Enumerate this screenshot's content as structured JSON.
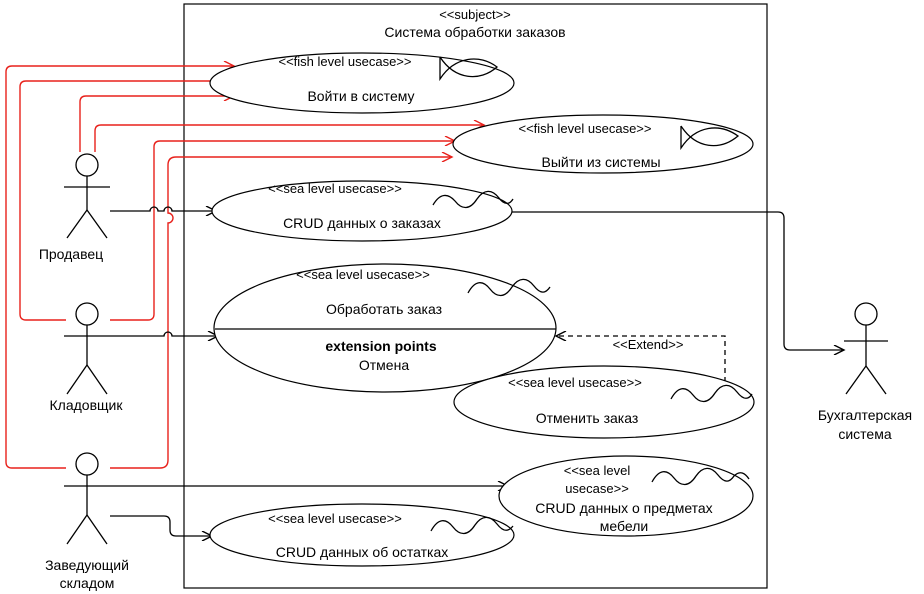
{
  "subject": {
    "stereotype": "<<subject>>",
    "title": "Система обработки заказов"
  },
  "actors": {
    "seller": "Продавец",
    "storekeeper": "Кладовщик",
    "warehouse_head_line1": "Заведующий",
    "warehouse_head_line2": "складом",
    "accounting_line1": "Бухгалтерская",
    "accounting_line2": "система"
  },
  "usecases": {
    "login": {
      "stereotype": "<<fish level usecase>>",
      "name": "Войти в систему",
      "icon": "fish-level-icon"
    },
    "logout": {
      "stereotype": "<<fish level usecase>>",
      "name": "Выйти из системы",
      "icon": "fish-level-icon"
    },
    "crud_orders": {
      "stereotype": "<<sea level usecase>>",
      "name": "CRUD данных о заказах",
      "icon": "sea-level-icon"
    },
    "process_order": {
      "stereotype": "<<sea level usecase>>",
      "name": "Обработать заказ",
      "extension_title": "extension points",
      "extension_point": "Отмена",
      "icon": "sea-level-icon"
    },
    "cancel_order": {
      "stereotype": "<<sea level usecase>>",
      "name": "Отменить заказ",
      "icon": "sea-level-icon"
    },
    "crud_furniture": {
      "stereotype_line1": "<<sea level",
      "stereotype_line2": "usecase>>",
      "name_line1": "CRUD данных о предметах",
      "name_line2": "мебели",
      "icon": "sea-level-icon"
    },
    "crud_stock": {
      "stereotype": "<<sea level usecase>>",
      "name": "CRUD данных об остатках",
      "icon": "sea-level-icon"
    }
  },
  "relations": {
    "extend_label": "<<Extend>>"
  },
  "colors": {
    "association": "#000000",
    "highlighted_association": "#e8211b",
    "background": "#ffffff"
  }
}
